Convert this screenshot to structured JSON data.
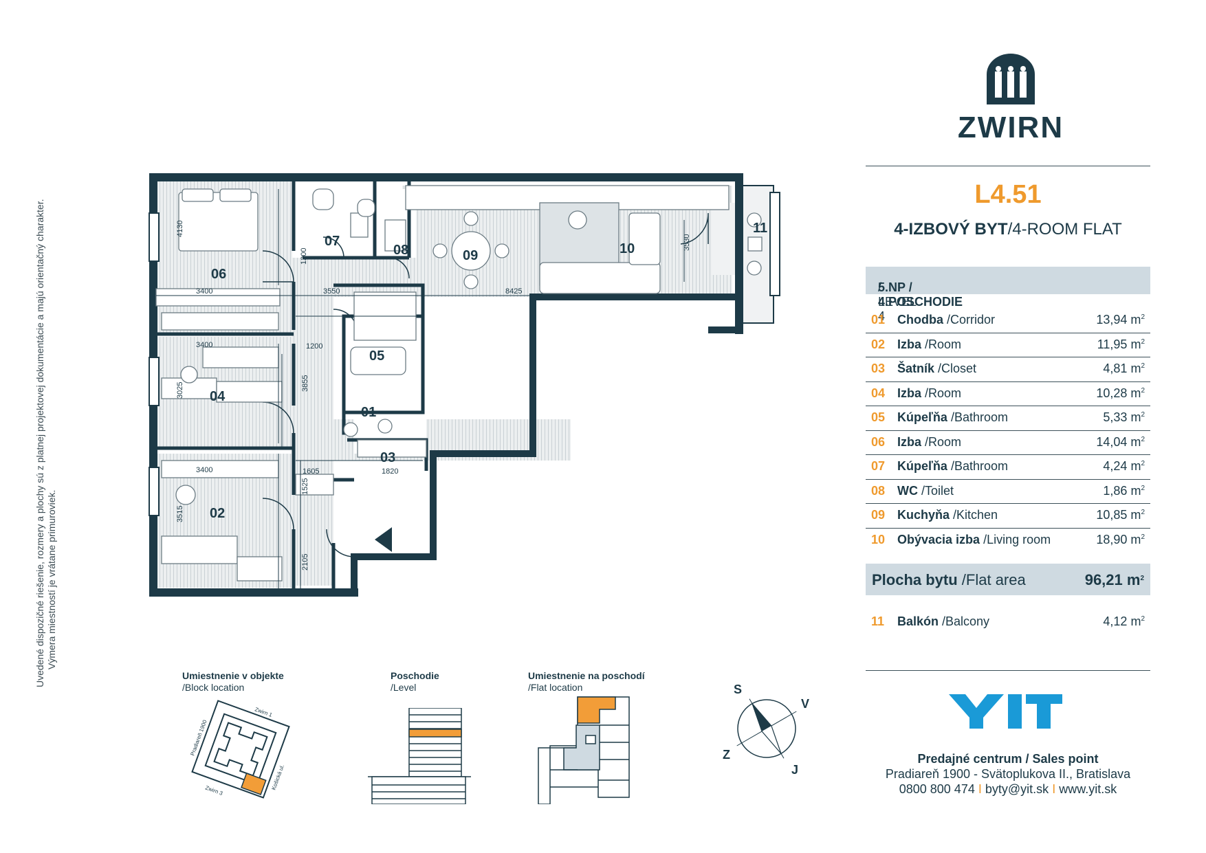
{
  "brand": {
    "name": "ZWIRN",
    "primary_color": "#1d3a47",
    "accent_color": "#ef9a2d",
    "yit_color": "#1a9ad7",
    "yit_name": "YIT"
  },
  "disclaimer": [
    "Uvedené dispozičné riešenie, rozmery a plochy sú z platnej projektovej dokumentácie a majú orientačný charakter.",
    "Výmera miestností je vrátane primuroviek."
  ],
  "unit": {
    "code": "L4.51",
    "type_sk": "4-IZBOVÝ BYT",
    "type_en": "/4-ROOM FLAT",
    "level_sk": "5.NP / 4.POSCHODIE",
    "level_en": " / LEVEL 4"
  },
  "rooms": [
    {
      "num": "01",
      "sk": "Chodba",
      "en": " /Corridor",
      "area": "13,94 m"
    },
    {
      "num": "02",
      "sk": "Izba",
      "en": " /Room",
      "area": "11,95 m"
    },
    {
      "num": "03",
      "sk": "Šatník",
      "en": " /Closet",
      "area": "4,81 m"
    },
    {
      "num": "04",
      "sk": "Izba",
      "en": " /Room",
      "area": "10,28 m"
    },
    {
      "num": "05",
      "sk": "Kúpeľňa",
      "en": " /Bathroom",
      "area": "5,33 m"
    },
    {
      "num": "06",
      "sk": "Izba",
      "en": " /Room",
      "area": "14,04 m"
    },
    {
      "num": "07",
      "sk": "Kúpeľňa",
      "en": " /Bathroom",
      "area": "4,24 m"
    },
    {
      "num": "08",
      "sk": "WC",
      "en": " /Toilet",
      "area": "1,86 m"
    },
    {
      "num": "09",
      "sk": "Kuchyňa",
      "en": " /Kitchen",
      "area": "10,85 m"
    },
    {
      "num": "10",
      "sk": "Obývacia izba",
      "en": " /Living room",
      "area": "18,90 m"
    }
  ],
  "area_unit_sup": "2",
  "flat_area": {
    "sk": "Plocha bytu",
    "en": " /Flat area",
    "value": "96,21 m"
  },
  "balcony": {
    "num": "11",
    "sk": "Balkón",
    "en": " /Balcony",
    "area": "4,12 m"
  },
  "sales": {
    "title": "Predajné centrum / Sales point",
    "address": "Pradiareň 1900 - Svätoplukova II., Bratislava",
    "phone": "0800 800 474",
    "email": "byty@yit.sk",
    "web": "www.yit.sk",
    "separator": "I"
  },
  "plan_labels": {
    "r01": "01",
    "r02": "02",
    "r03": "03",
    "r04": "04",
    "r05": "05",
    "r06": "06",
    "r07": "07",
    "r08": "08",
    "r09": "09",
    "r10": "10",
    "r11": "11"
  },
  "dimensions": {
    "d4130": "4130",
    "d3400a": "3400",
    "d3550": "3550",
    "d8425": "8425",
    "d1200a": "1200",
    "d3530": "3530",
    "d3400b": "3400",
    "d1200b": "1200",
    "d3025": "3025",
    "d3855": "3855",
    "d1605": "1605",
    "d1820": "1820",
    "d3400c": "3400",
    "d1525": "1525",
    "d3515": "3515",
    "d2105": "2105"
  },
  "captions": {
    "block_sk": "Umiestnenie v objekte",
    "block_en": "/Block location",
    "level_sk": "Poschodie",
    "level_en": "/Level",
    "flat_sk": "Umiestnenie na poschodí",
    "flat_en": "/Flat location"
  },
  "block_streets": {
    "s1": "Zwirn 1",
    "s2": "Pradiareň 1900",
    "s3": "Košická ul.",
    "s4": "Zwirn 3"
  },
  "compass": {
    "n": "S",
    "e": "V",
    "s": "J",
    "w": "Z"
  }
}
